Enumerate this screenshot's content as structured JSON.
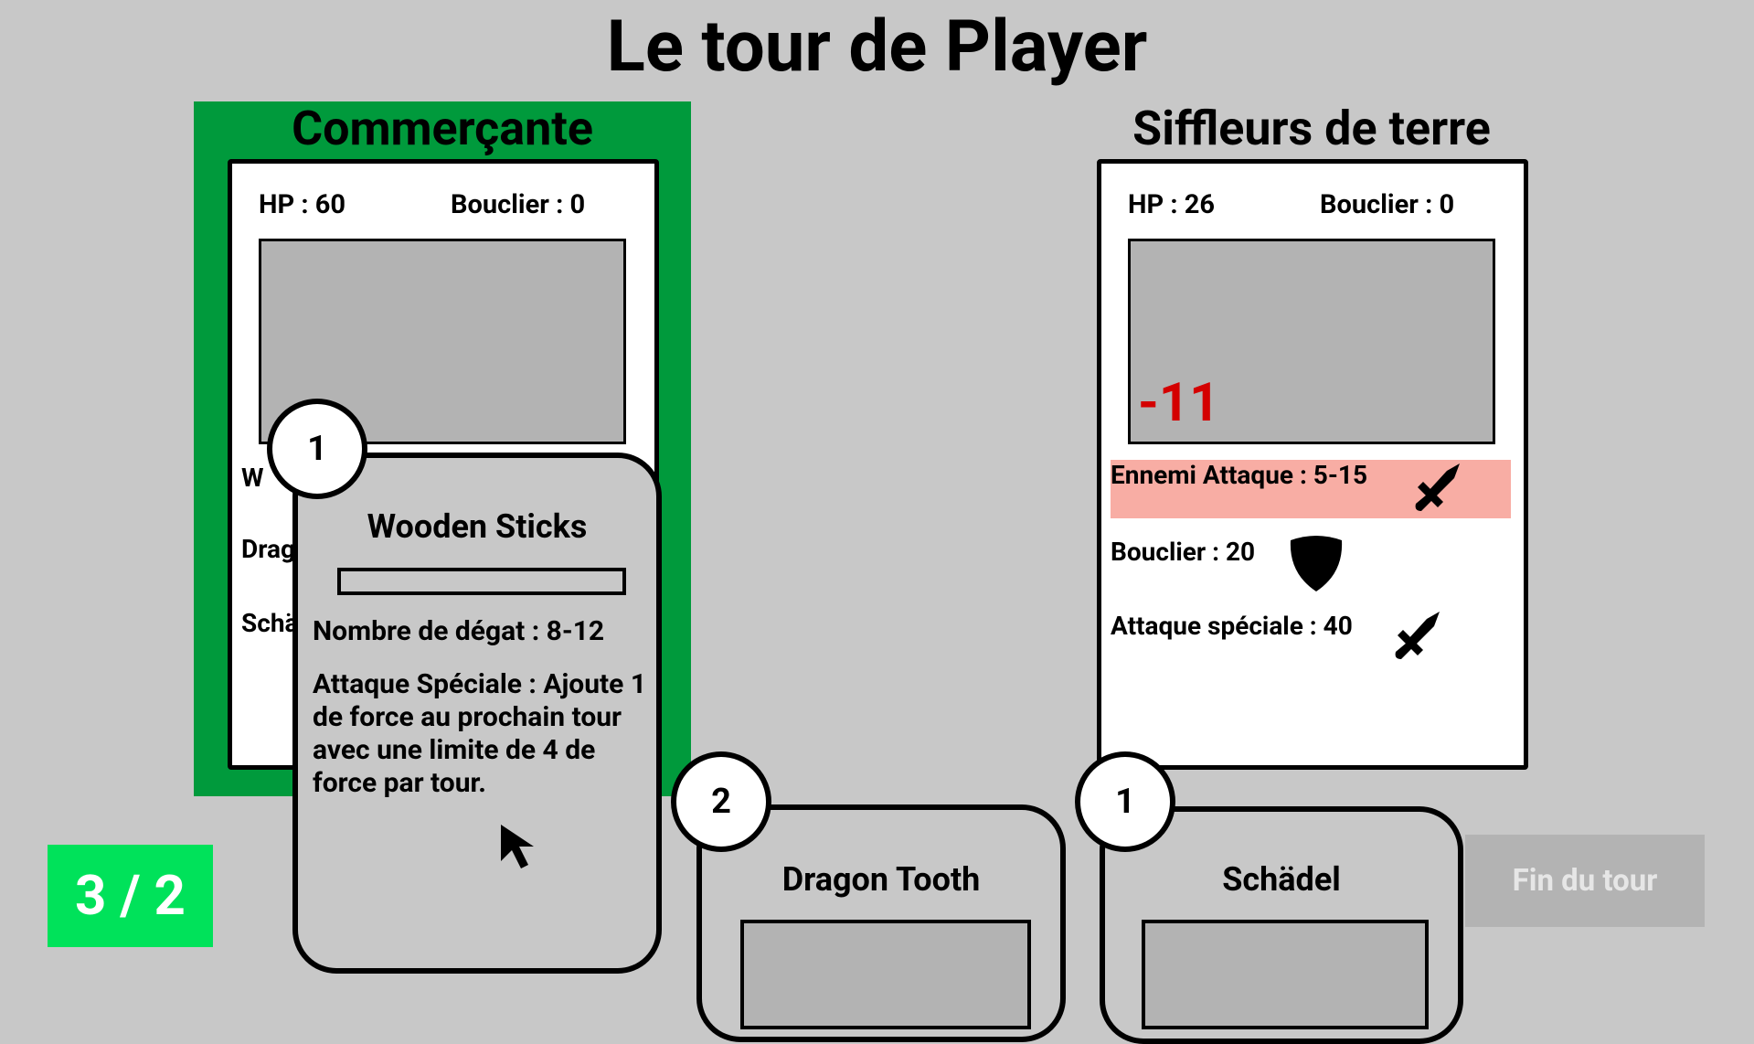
{
  "title": "Le tour de Player",
  "player": {
    "name": "Commerçante",
    "hp": "HP : 60",
    "shield": "Bouclier :  0",
    "actions_partial": [
      "W",
      "Drag",
      "Schä"
    ]
  },
  "enemy": {
    "name": "Siffleurs de terre",
    "hp": "HP : 26",
    "shield": "Bouclier :  0",
    "damage_popup": "-11",
    "intents": [
      {
        "label": "Ennemi Attaque : 5-15",
        "icon": "sword-icon"
      },
      {
        "label": "Bouclier : 20",
        "icon": "shield-icon"
      },
      {
        "label": "Attaque spéciale : 40",
        "icon": "sword-icon"
      }
    ]
  },
  "hand": [
    {
      "cost": "1",
      "title": "Wooden Sticks",
      "damage": "Nombre de dégat : 8-12",
      "special": "Attaque Spéciale : Ajoute 1 de force au prochain tour avec une limite de 4 de force par tour."
    },
    {
      "cost": "2",
      "title": "Dragon Tooth"
    },
    {
      "cost": "1",
      "title": "Schädel"
    }
  ],
  "energy": "3 / 2",
  "end_turn_label": "Fin du tour",
  "colors": {
    "background": "#c8c8c8",
    "player_highlight": "#009a3c",
    "energy": "#00e25a",
    "damage": "#d40000",
    "intent_highlight": "#f8ada4"
  }
}
